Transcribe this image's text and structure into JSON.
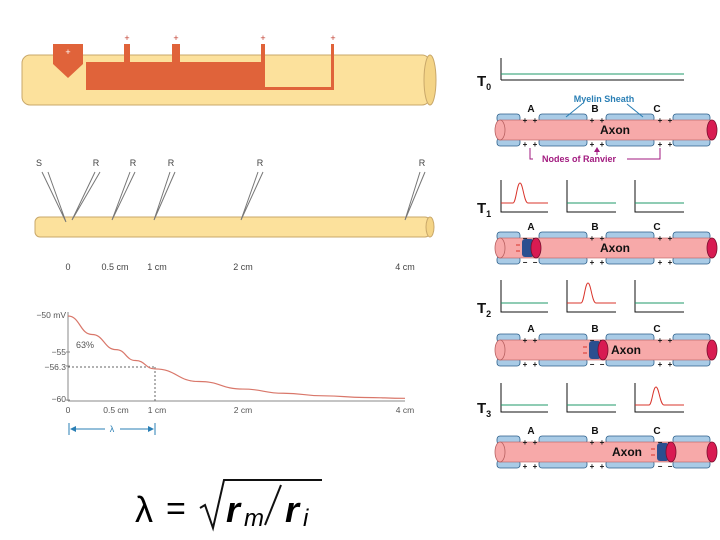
{
  "panel1": {
    "plus": "+"
  },
  "panel2": {
    "labels": [
      "S",
      "R",
      "R",
      "R",
      "R",
      "R"
    ],
    "ticks": [
      "0",
      "0.5 cm",
      "1 cm",
      "2 cm",
      "4 cm"
    ]
  },
  "chart_data": {
    "type": "line",
    "title": "",
    "xlabel": "",
    "ylabel": "",
    "x_ticks": [
      "0",
      "0.5 cm",
      "1 cm",
      "2 cm",
      "4 cm"
    ],
    "y_ticks": [
      "−50 mV",
      "−55",
      "−56.3",
      "−60"
    ],
    "annotation": "63%",
    "xlim": [
      0,
      4
    ],
    "ylim": [
      -60,
      -50
    ],
    "series": [
      {
        "x": [
          0,
          0.25,
          0.5,
          0.75,
          1.0,
          1.5,
          2.0,
          2.5,
          3.0,
          3.5,
          4.0
        ],
        "y": [
          -50,
          -52.2,
          -54.0,
          -55.3,
          -56.3,
          -57.8,
          -58.7,
          -59.2,
          -59.5,
          -59.7,
          -59.8
        ]
      }
    ],
    "lambda_label": "λ"
  },
  "formula": {
    "lambda": "λ",
    "equals": "=",
    "rm": "r",
    "rm_sub": "m",
    "ri": "r",
    "ri_sub": "i"
  },
  "right": {
    "times": [
      {
        "label": "T",
        "sub": "0"
      },
      {
        "label": "T",
        "sub": "1"
      },
      {
        "label": "T",
        "sub": "2"
      },
      {
        "label": "T",
        "sub": "3"
      }
    ],
    "node_letters": [
      "A",
      "B",
      "C"
    ],
    "axon_label": "Axon",
    "myelin_label": "Myelin Sheath",
    "nodes_label": "Nodes of Ranvier",
    "plus": "+",
    "minus": "−"
  },
  "colors": {
    "axon_yellow": "#fce19c",
    "electrode_orange": "#e0633a",
    "axon_pink": "#f7a9a9",
    "myelin_blue": "#a9cbe6",
    "cap_red": "#d81b52",
    "trace_green": "#1f9a6a",
    "spike_red": "#d9342b",
    "decay_red": "#d9776a",
    "label_blue": "#2a7fb5",
    "label_purple": "#a21a7f"
  }
}
